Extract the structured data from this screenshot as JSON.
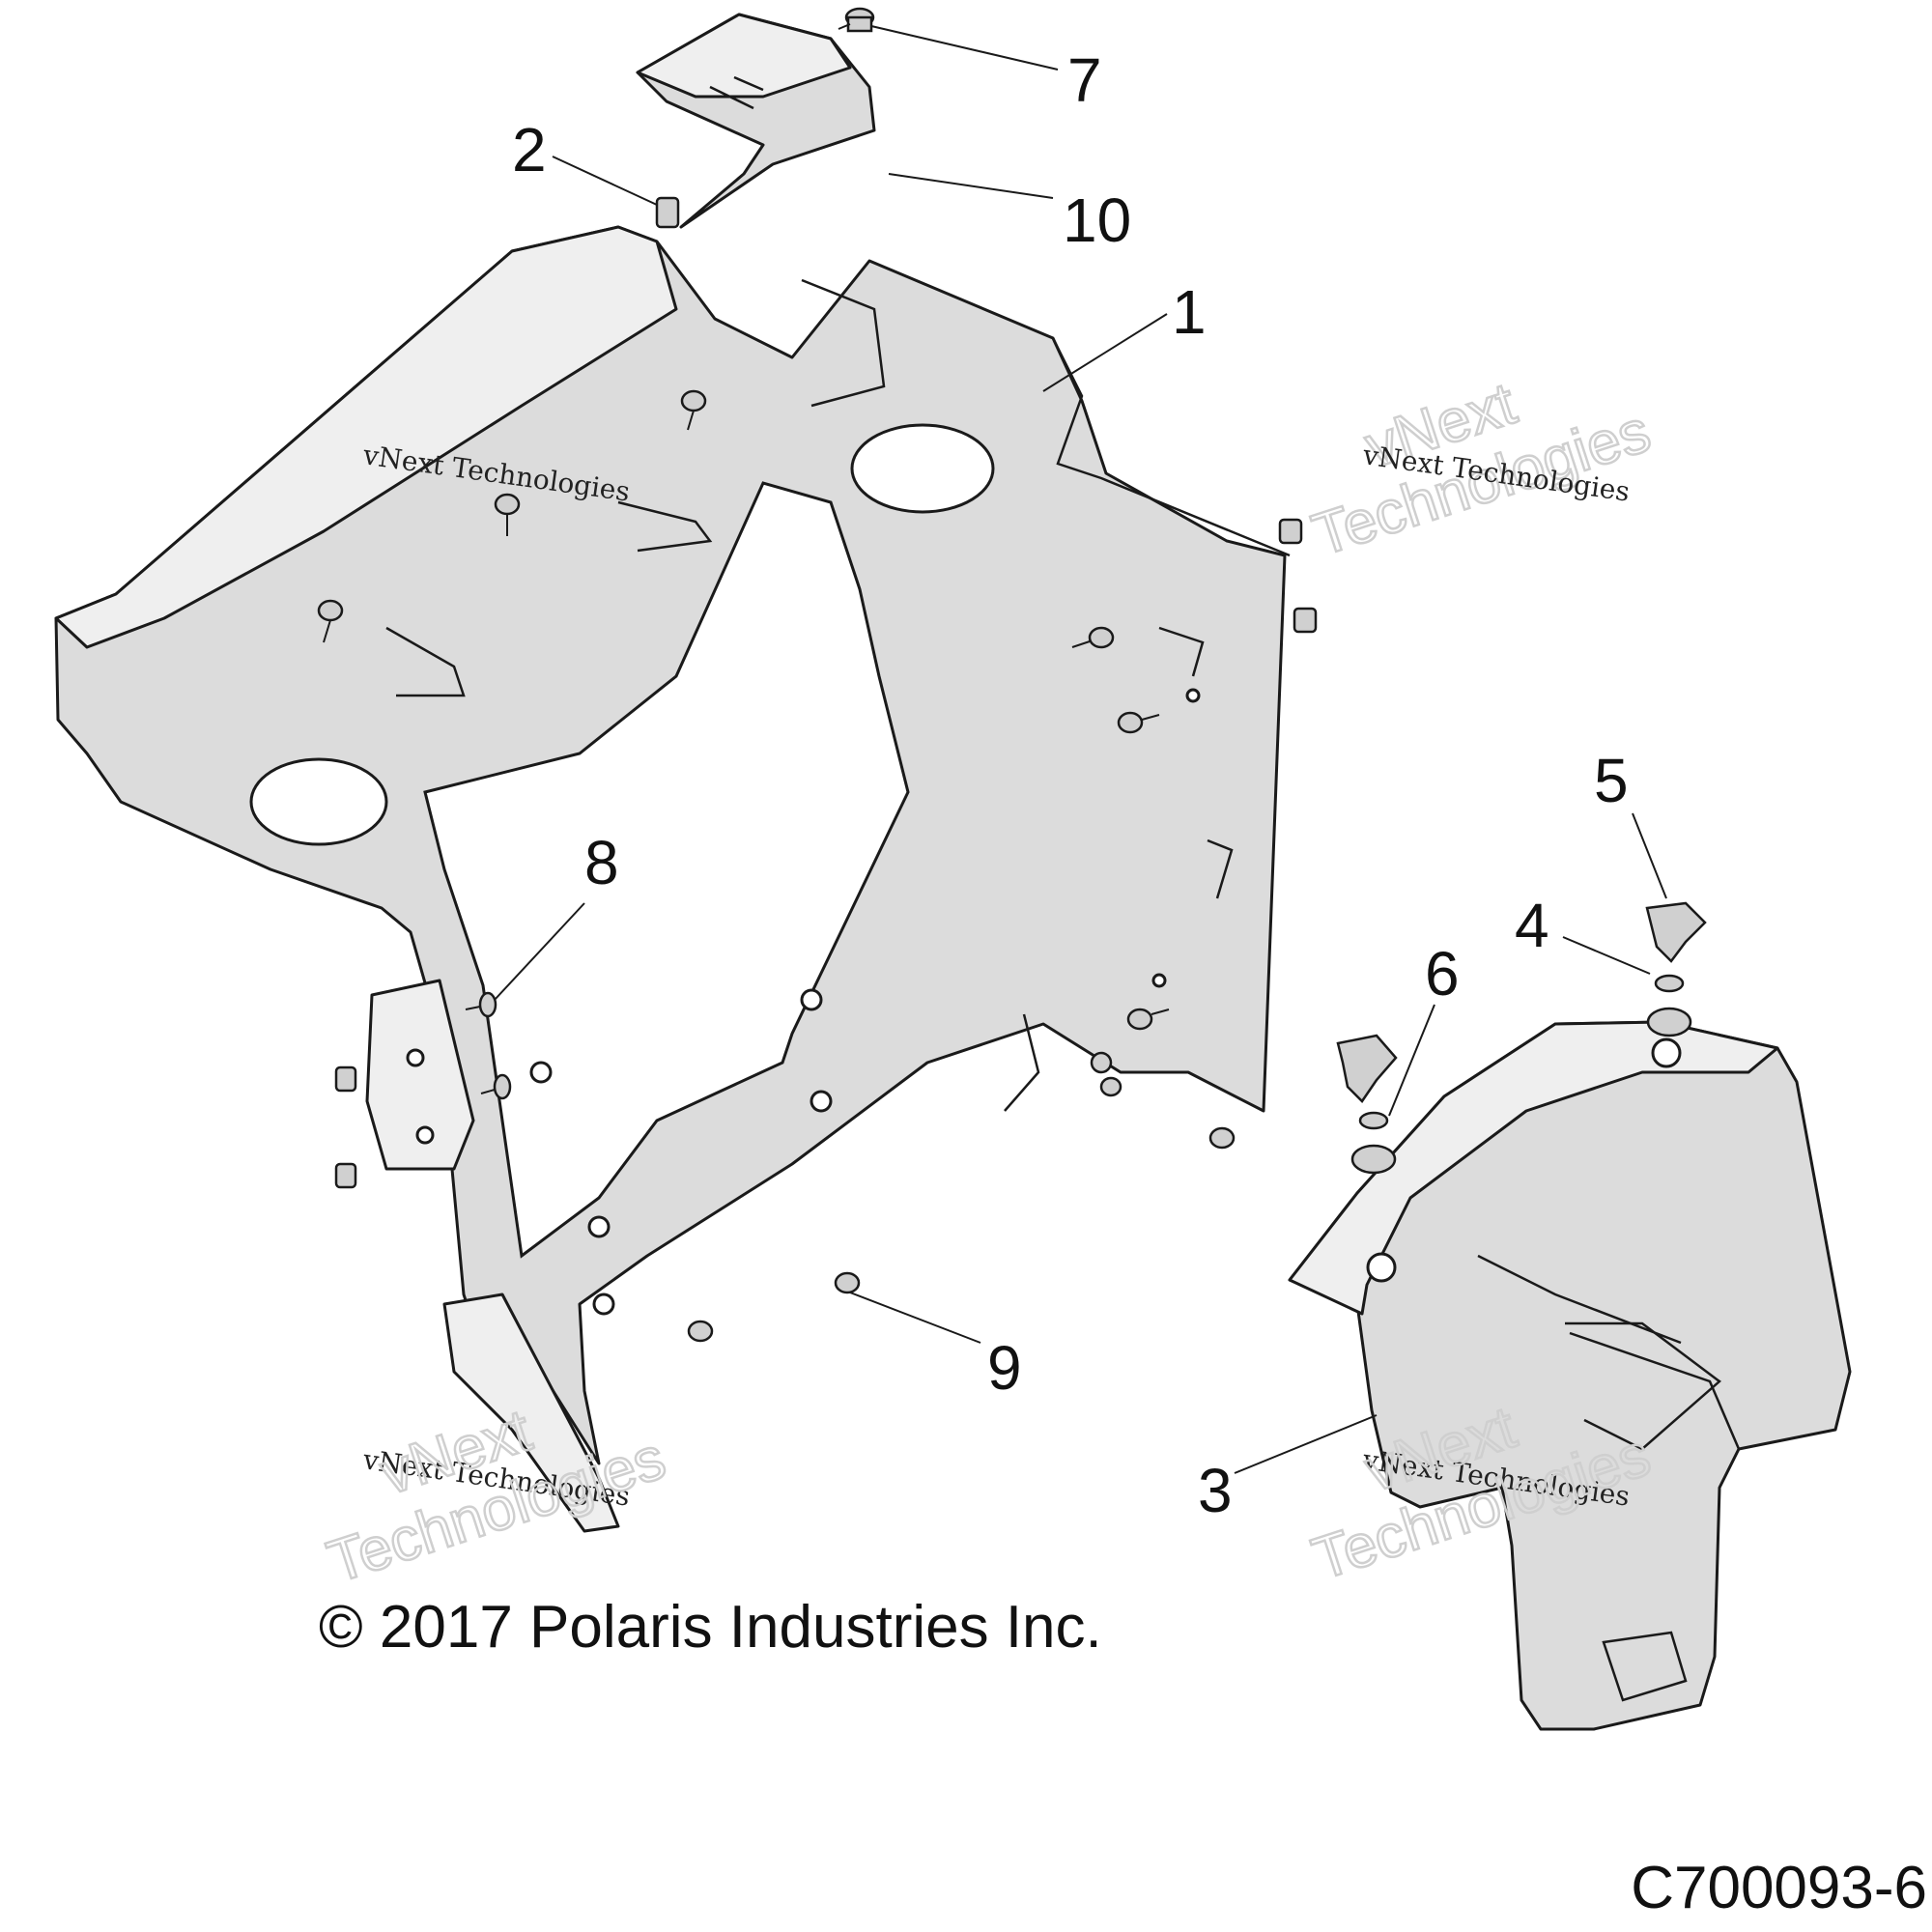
{
  "callouts": [
    {
      "label": "1"
    },
    {
      "label": "2"
    },
    {
      "label": "3"
    },
    {
      "label": "4"
    },
    {
      "label": "5"
    },
    {
      "label": "6"
    },
    {
      "label": "7"
    },
    {
      "label": "8"
    },
    {
      "label": "9"
    },
    {
      "label": "10"
    }
  ],
  "watermark": {
    "line_small": "vNext Technologies",
    "big_top": "vNext",
    "big_bottom": "Technologies"
  },
  "copyright": "© 2017 Polaris Industries Inc.",
  "figure_id": "C700093-6"
}
